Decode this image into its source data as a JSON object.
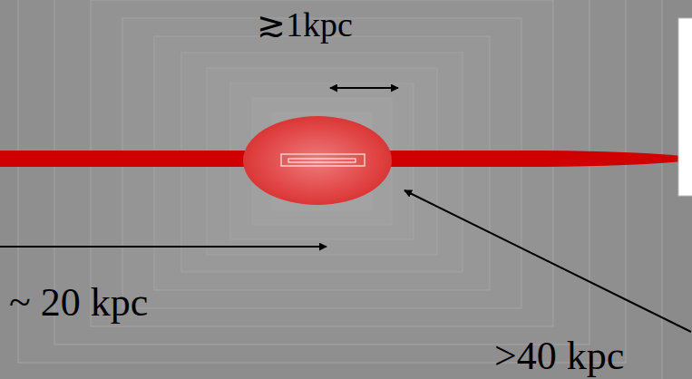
{
  "diagram": {
    "labels": [
      "≳1kpc",
      "~ 20 kpc",
      ">40 kpc"
    ]
  }
}
